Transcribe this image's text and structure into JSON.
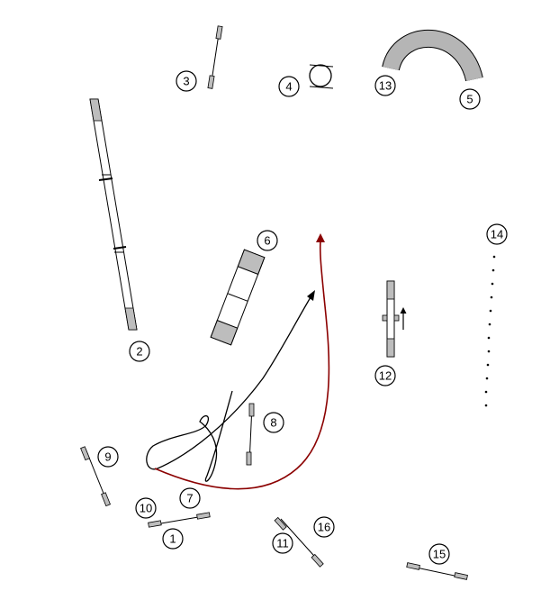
{
  "course": {
    "labels": [
      "1",
      "2",
      "3",
      "4",
      "5",
      "6",
      "7",
      "8",
      "9",
      "10",
      "11",
      "12",
      "13",
      "14",
      "15",
      "16"
    ]
  },
  "colors": {
    "path_black": "#000000",
    "path_red": "#8b0000",
    "equipment_gray": "#bdbdbd",
    "tunnel_gray": "#b5b5b5"
  }
}
